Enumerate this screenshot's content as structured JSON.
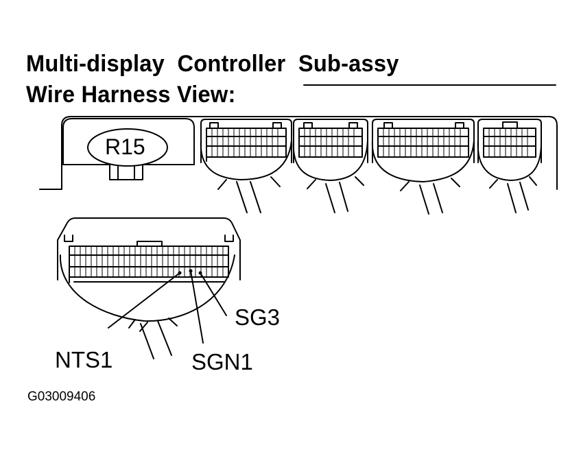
{
  "title": {
    "line1": "Multi-display  Controller  Sub-assy",
    "line2": "Wire Harness View:"
  },
  "connector_label": "R15",
  "terminals": {
    "sg3": "SG3",
    "nts1": "NTS1",
    "sgn1": "SGN1"
  },
  "figure_code": "G03009406"
}
